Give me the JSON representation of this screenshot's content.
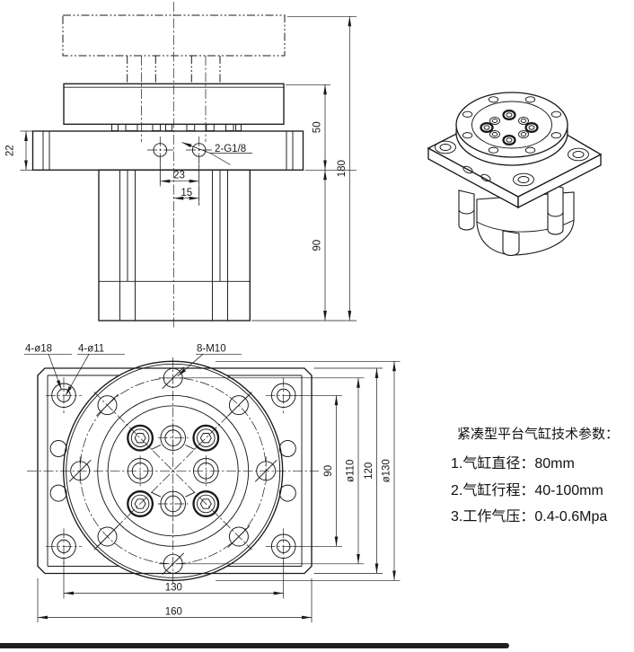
{
  "drawing": {
    "front_view": {
      "dims": {
        "flange_thickness": "22",
        "ports_label": "2-G1/8",
        "port_spacing": "23",
        "port_offset": "15",
        "head_height": "50",
        "total_height": "180",
        "body_height": "90"
      }
    },
    "top_view": {
      "hole_labels": {
        "counterbore_holes": "4-ø18",
        "through_holes": "4-ø11",
        "threaded_holes": "8-M10"
      },
      "dims": {
        "hole_row_spacing": "90",
        "bolt_circle_dia": "ø110",
        "plate_depth": "120",
        "flange_dia": "ø130",
        "hole_col_spacing": "130",
        "plate_width": "160"
      }
    },
    "notes": {
      "title": "紧凑型平台气缸技术参数：",
      "items": [
        "1.气缸直径：80mm",
        "2.气缸行程：40-100mm",
        "3.工作气压：0.4-0.6Mpa"
      ]
    },
    "colors": {
      "line": "#1a1a1a",
      "background": "#ffffff",
      "scrollbar": "#1f1f1f"
    }
  }
}
